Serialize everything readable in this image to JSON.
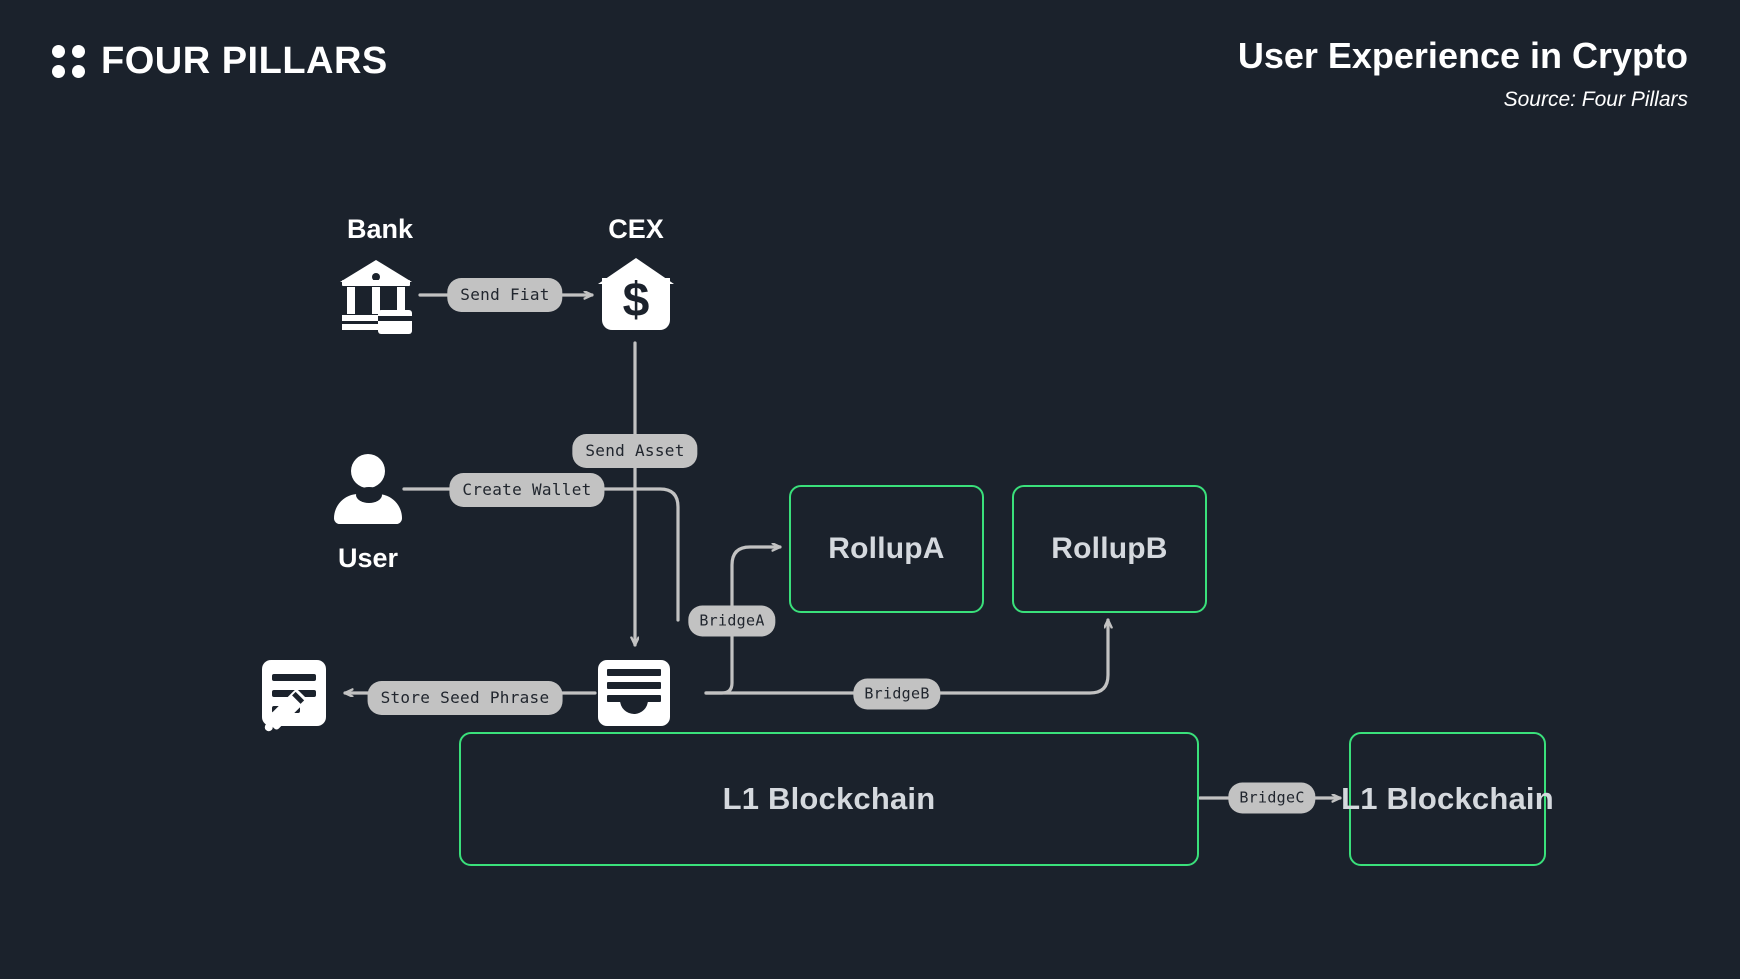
{
  "header": {
    "brand": "FOUR PILLARS",
    "brand_icon": "four-dots-logo",
    "title": "User Experience in Crypto",
    "source": "Source: Four Pillars"
  },
  "theme": {
    "background": "#1b222c",
    "accent_green": "#3ae07b",
    "edge_gray": "#c2c2c2",
    "pill_bg": "#c2c2c2",
    "pill_text": "#21262e",
    "box_text": "#d5d9de",
    "icon_white": "#ffffff"
  },
  "diagram": {
    "type": "flow-diagram",
    "nodes": [
      {
        "id": "bank",
        "label": "Bank",
        "label_position": "top",
        "icon": "bank-icon"
      },
      {
        "id": "cex",
        "label": "CEX",
        "label_position": "top",
        "icon": "house-dollar-icon"
      },
      {
        "id": "user",
        "label": "User",
        "label_position": "bottom",
        "icon": "user-icon"
      },
      {
        "id": "wallet",
        "label": "",
        "label_position": "none",
        "icon": "wallet-icon"
      },
      {
        "id": "seed",
        "label": "",
        "label_position": "none",
        "icon": "note-pencil-icon"
      },
      {
        "id": "rollupA",
        "label": "RollupA",
        "shape": "box"
      },
      {
        "id": "rollupB",
        "label": "RollupB",
        "shape": "box"
      },
      {
        "id": "l1-main",
        "label": "L1 Blockchain",
        "shape": "box"
      },
      {
        "id": "l1-remote",
        "label": "L1 Blockchain",
        "shape": "box"
      }
    ],
    "edges": [
      {
        "id": "send-fiat",
        "label": "Send Fiat",
        "from": "bank",
        "to": "cex",
        "arrow": true
      },
      {
        "id": "send-asset",
        "label": "Send Asset",
        "from": "cex",
        "to": "wallet",
        "arrow": true
      },
      {
        "id": "create-wallet",
        "label": "Create Wallet",
        "from": "user",
        "to": "wallet",
        "arrow": false
      },
      {
        "id": "store-seed-phrase",
        "label": "Store Seed Phrase",
        "from": "wallet",
        "to": "seed",
        "arrow": true
      },
      {
        "id": "bridge-a",
        "label": "BridgeA",
        "from": "wallet",
        "to": "rollupA",
        "arrow": true
      },
      {
        "id": "bridge-b",
        "label": "BridgeB",
        "from": "wallet",
        "to": "rollupB",
        "arrow": true
      },
      {
        "id": "bridge-c",
        "label": "BridgeC",
        "from": "l1-main",
        "to": "l1-remote",
        "arrow": true
      }
    ]
  }
}
